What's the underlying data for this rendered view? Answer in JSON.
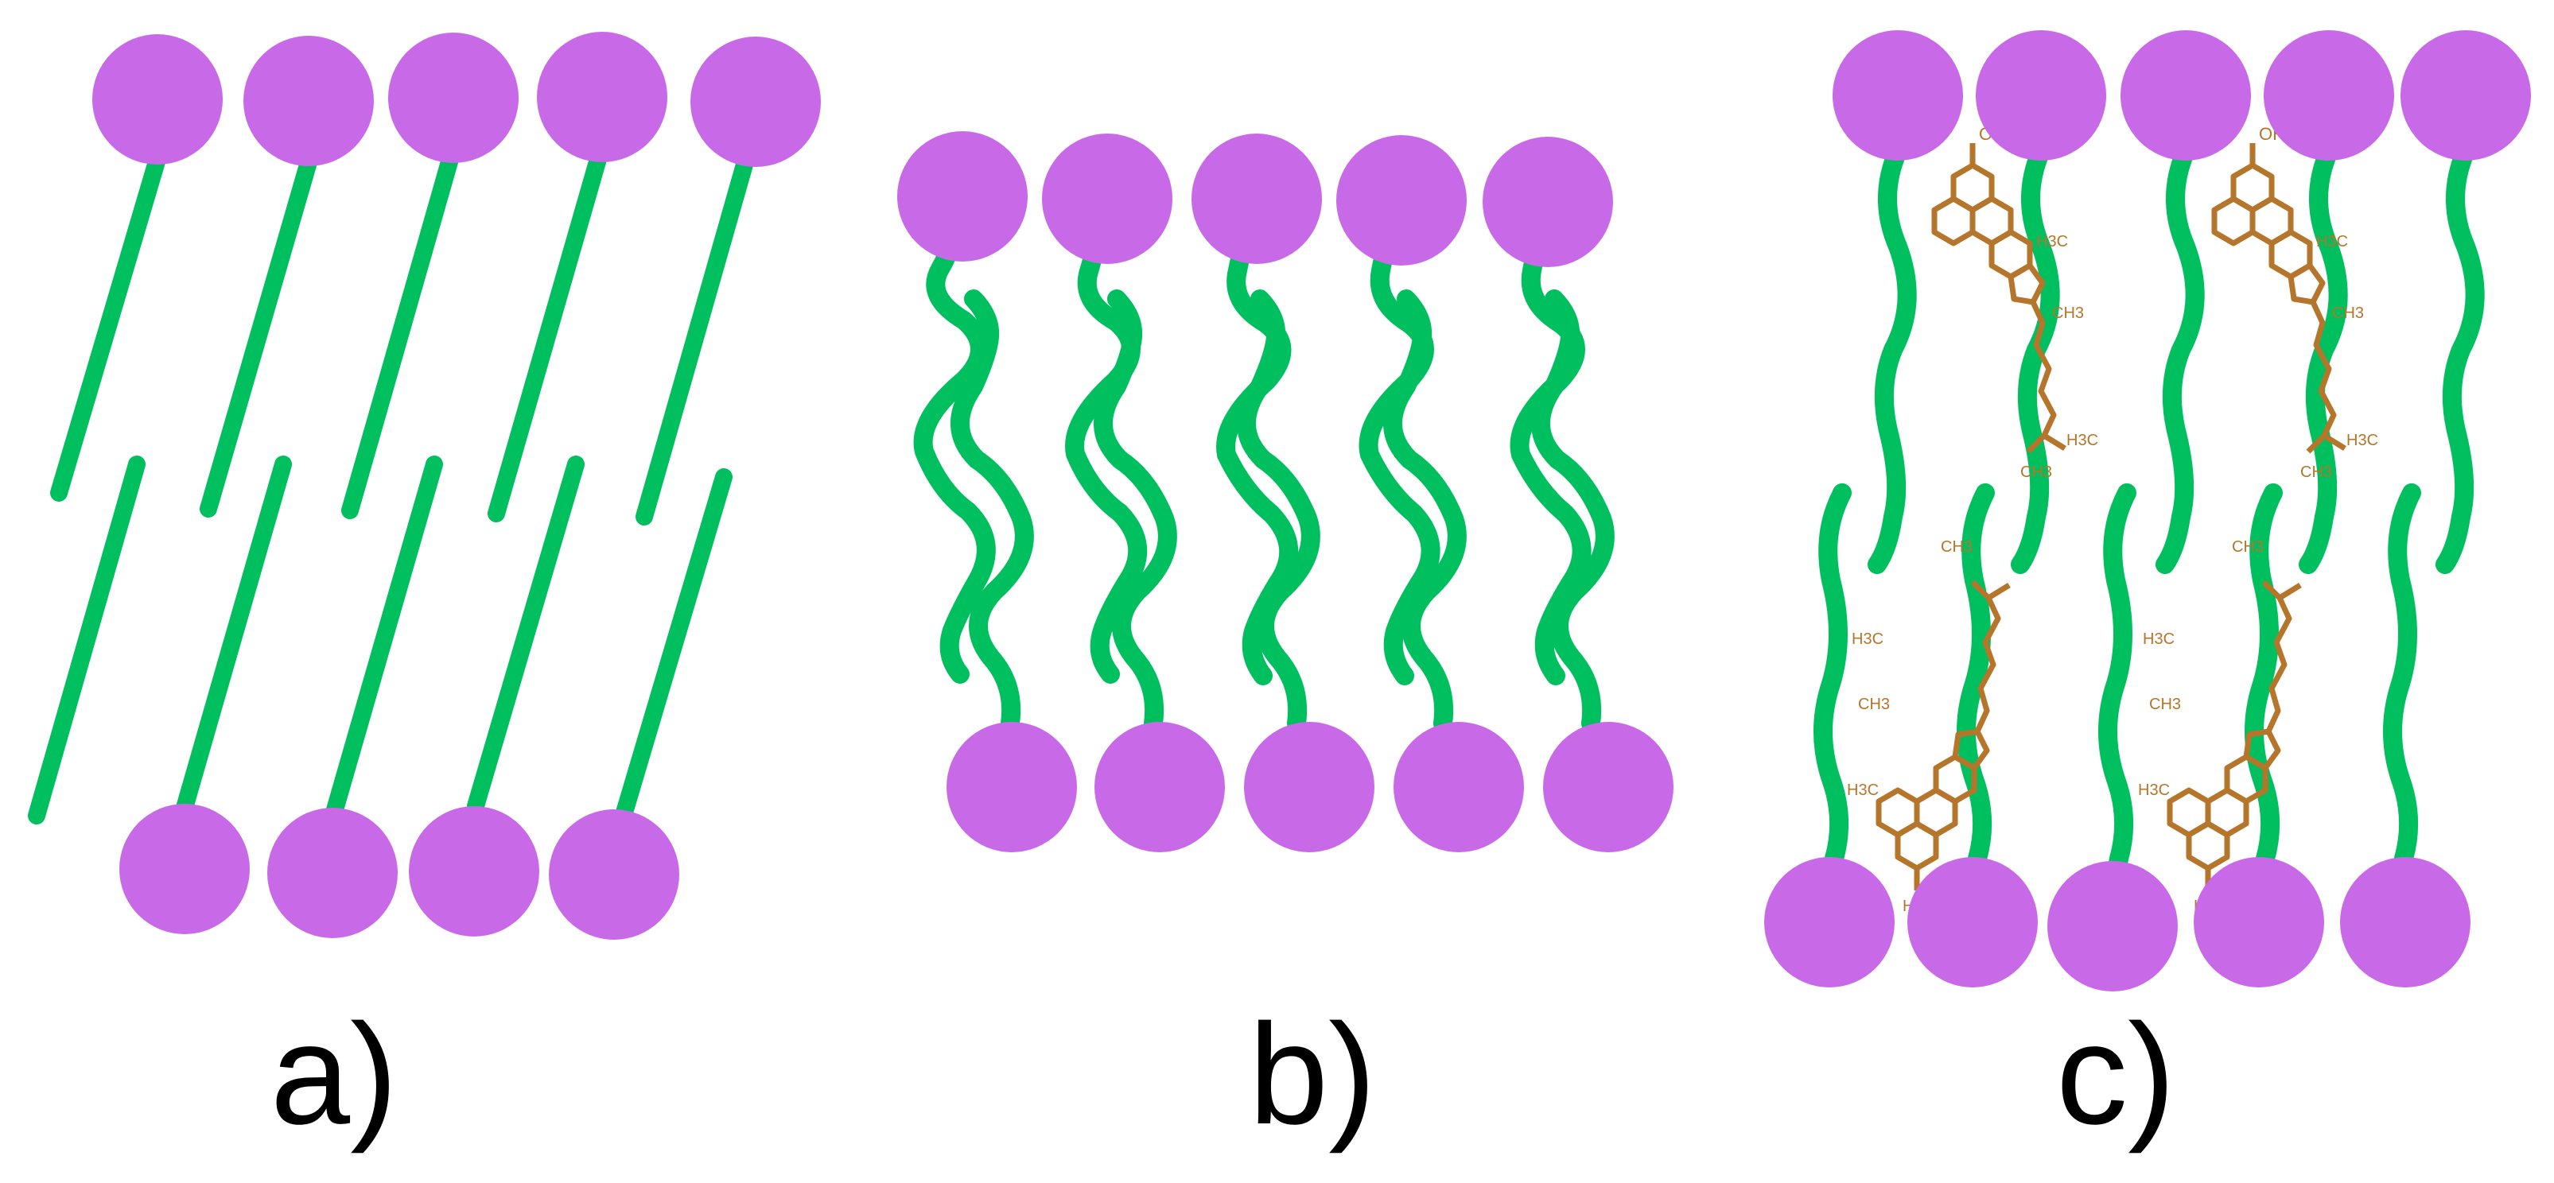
{
  "colors": {
    "head": "#c86ae8",
    "tail": "#00bf5f",
    "cholesterol": "#b5762b",
    "label": "#000000"
  },
  "panels": [
    {
      "id": "a",
      "label": "a)",
      "tail_style": "straight-tilted",
      "cholesterol": false
    },
    {
      "id": "b",
      "label": "b)",
      "tail_style": "wavy",
      "cholesterol": false
    },
    {
      "id": "c",
      "label": "c)",
      "tail_style": "ordered-wavy",
      "cholesterol": true
    }
  ],
  "cholesterol_labels": {
    "hydroxyl": "OH",
    "hydroxyl_inverted": "HO",
    "methyl_left": "H3C",
    "methyl_right": "CH3"
  }
}
